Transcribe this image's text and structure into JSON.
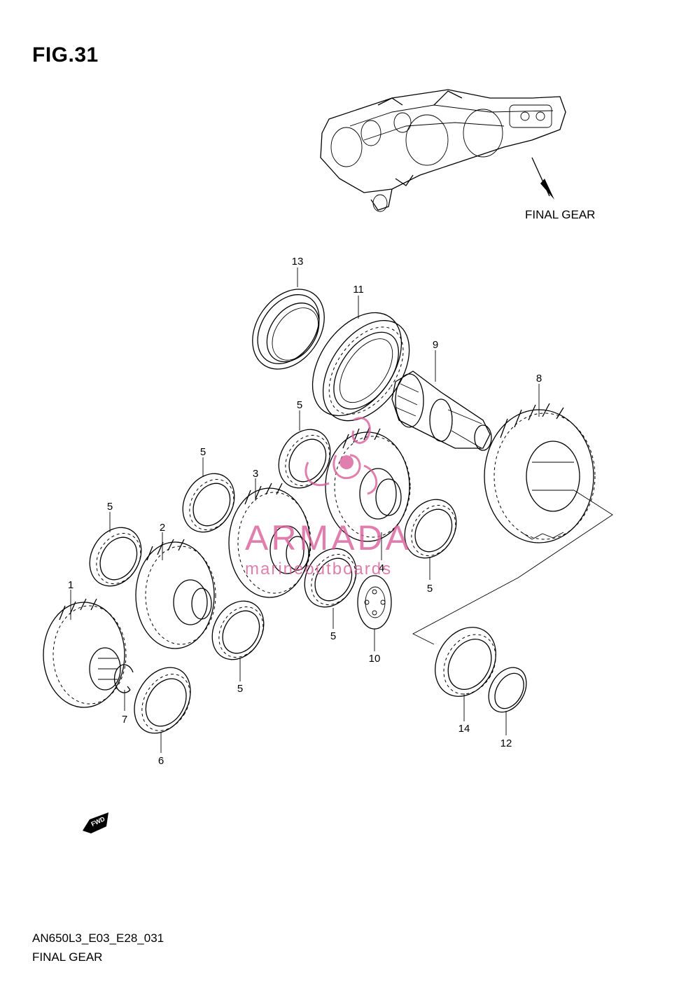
{
  "figure": {
    "title": "FIG.31",
    "assembly_label": "FINAL GEAR",
    "footer_code": "AN650L3_E03_E28_031",
    "footer_name": "FINAL GEAR",
    "fwd_label": "FWD"
  },
  "watermark": {
    "brand": "ARMADA",
    "sub": "marineoutboards",
    "color": "#d9609a"
  },
  "callouts": [
    "1",
    "2",
    "3",
    "4",
    "5",
    "5",
    "5",
    "5",
    "5",
    "5",
    "5",
    "6",
    "7",
    "8",
    "9",
    "10",
    "11",
    "12",
    "13",
    "14"
  ]
}
